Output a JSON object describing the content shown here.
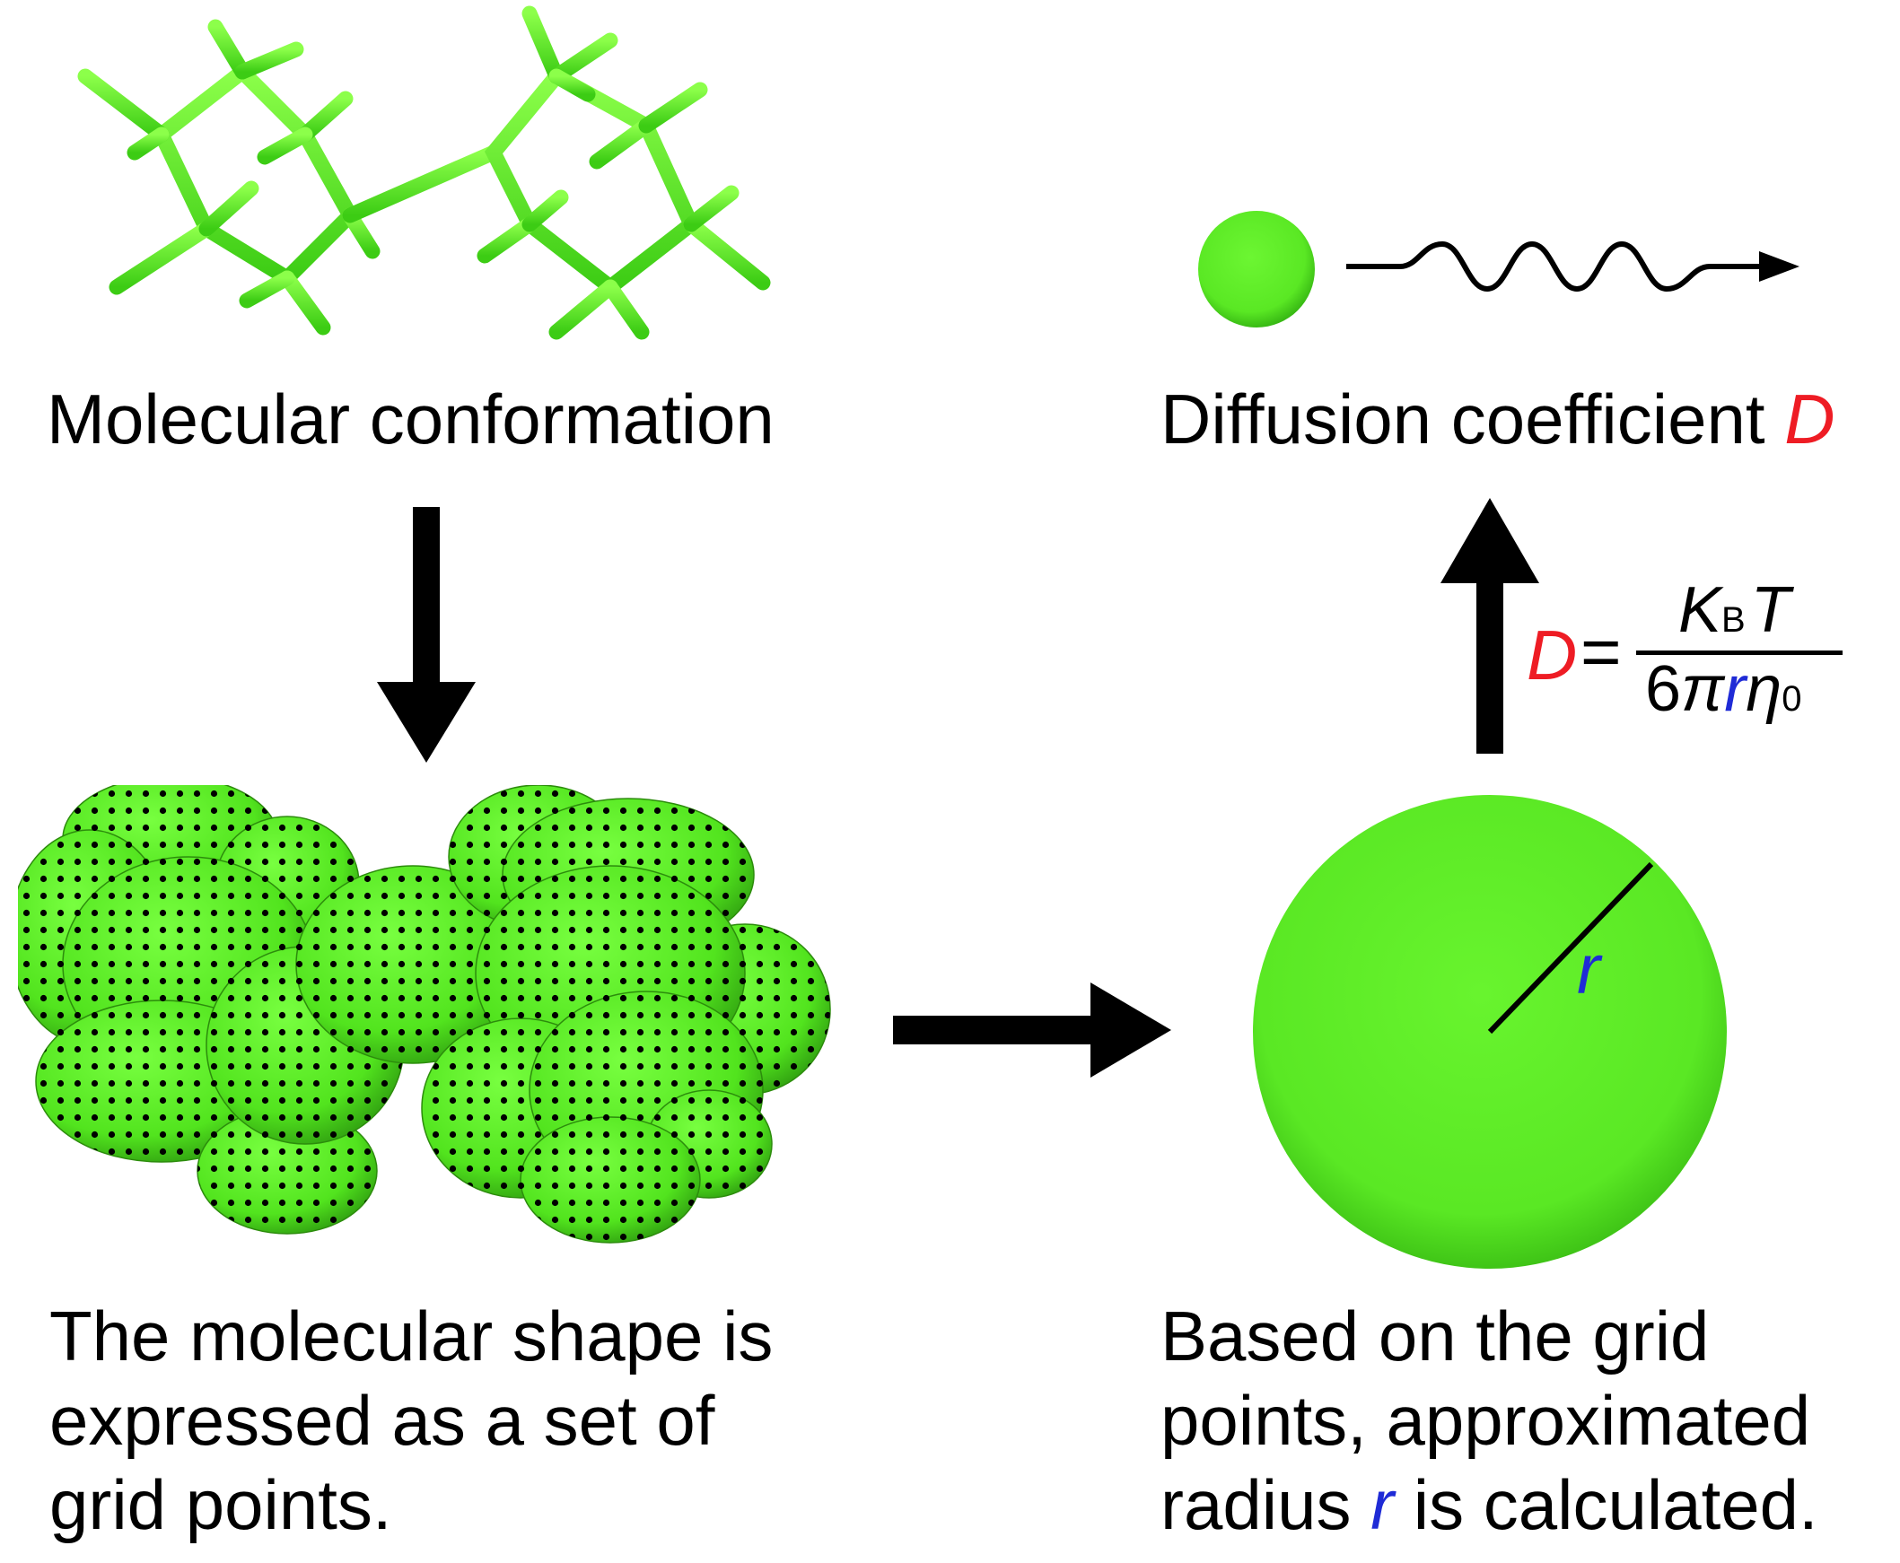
{
  "labels": {
    "molecular_conformation": "Molecular conformation",
    "diffusion_prefix": "Diffusion coefficient ",
    "diffusion_symbol": "D",
    "grid_line1": "The molecular shape is",
    "grid_line2": "expressed as a set of",
    "grid_line3": "grid points.",
    "radius_line1": "Based on the grid",
    "radius_line2": "points, approximated",
    "radius_line3_prefix": "radius ",
    "radius_symbol": "r",
    "radius_line3_suffix": " is calculated.",
    "sphere_radius_label": "r"
  },
  "formula": {
    "lhs": "D",
    "equals": "=",
    "num_K": "K",
    "num_sub": "B",
    "num_T": "T",
    "den_6": "6",
    "den_pi": "π",
    "den_r": "r",
    "den_eta": "η",
    "den_sub": "0"
  },
  "colors": {
    "molecule_green": "#5cf02a",
    "accent_red": "#ee1c24",
    "accent_blue": "#1f2bd6",
    "arrow": "#000000"
  }
}
